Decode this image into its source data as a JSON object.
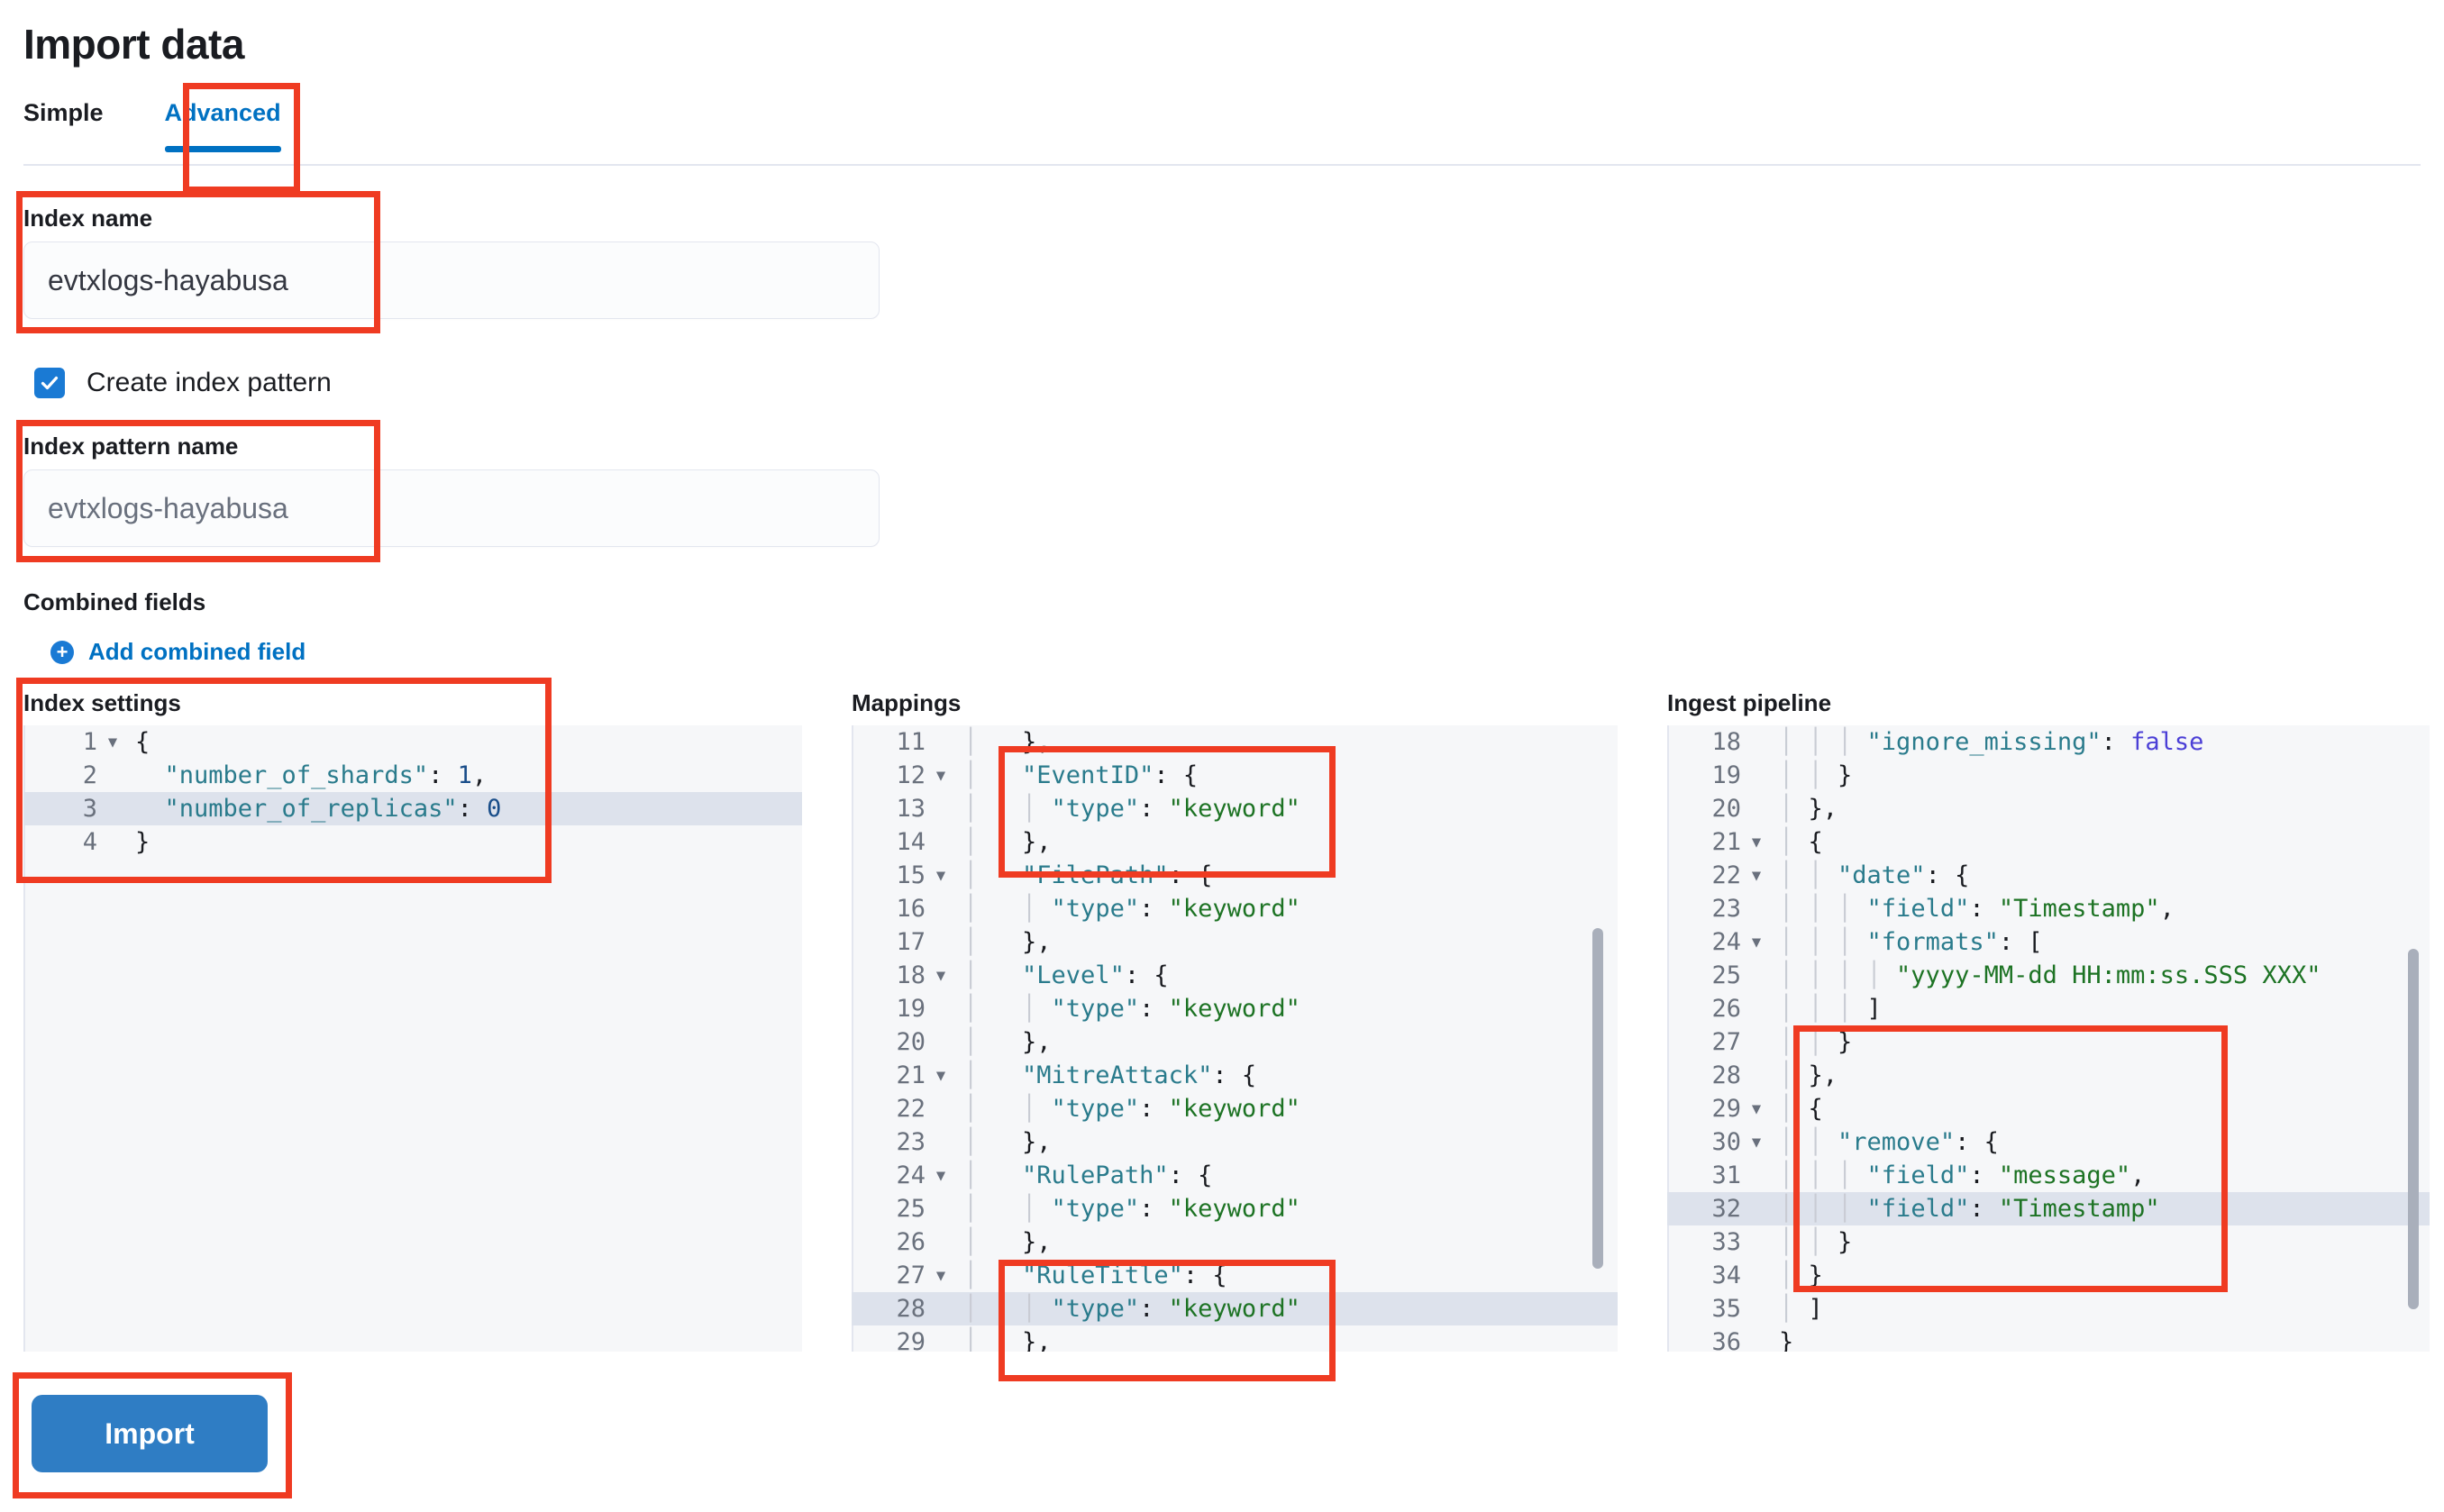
{
  "header": {
    "title": "Import data"
  },
  "tabs": [
    {
      "label": "Simple",
      "active": false
    },
    {
      "label": "Advanced",
      "active": true
    }
  ],
  "index_name": {
    "label": "Index name",
    "value": "evtxlogs-hayabusa",
    "placeholder": "evtxlogs-hayabusa"
  },
  "create_index_pattern": {
    "label": "Create index pattern",
    "checked": true
  },
  "index_pattern_name": {
    "label": "Index pattern name",
    "value": "evtxlogs-hayabusa",
    "placeholder": "evtxlogs-hayabusa"
  },
  "combined_fields": {
    "label": "Combined fields",
    "add_label": "Add combined field",
    "add_icon": "plus-circle-icon"
  },
  "index_settings": {
    "title": "Index settings",
    "lines": [
      {
        "n": "1",
        "fold": true,
        "hl": false,
        "parts": [
          {
            "t": "punc",
            "v": "{"
          }
        ]
      },
      {
        "n": "2",
        "fold": false,
        "hl": false,
        "parts": [
          {
            "t": "ind",
            "v": "  "
          },
          {
            "t": "key",
            "v": "\"number_of_shards\""
          },
          {
            "t": "punc",
            "v": ": "
          },
          {
            "t": "num",
            "v": "1"
          },
          {
            "t": "punc",
            "v": ","
          }
        ]
      },
      {
        "n": "3",
        "fold": false,
        "hl": true,
        "parts": [
          {
            "t": "ind",
            "v": "  "
          },
          {
            "t": "key",
            "v": "\"number_of_replicas\""
          },
          {
            "t": "punc",
            "v": ": "
          },
          {
            "t": "num",
            "v": "0"
          }
        ]
      },
      {
        "n": "4",
        "fold": false,
        "hl": false,
        "parts": [
          {
            "t": "punc",
            "v": "}"
          }
        ]
      }
    ]
  },
  "mappings": {
    "title": "Mappings",
    "lines": [
      {
        "n": "11",
        "fold": false,
        "hl": false,
        "parts": [
          {
            "t": "ind",
            "v": "│   "
          },
          {
            "t": "punc",
            "v": "},"
          }
        ]
      },
      {
        "n": "12",
        "fold": true,
        "hl": false,
        "parts": [
          {
            "t": "ind",
            "v": "│   "
          },
          {
            "t": "key",
            "v": "\"EventID\""
          },
          {
            "t": "punc",
            "v": ": {"
          }
        ]
      },
      {
        "n": "13",
        "fold": false,
        "hl": false,
        "parts": [
          {
            "t": "ind",
            "v": "│   │ "
          },
          {
            "t": "key",
            "v": "\"type\""
          },
          {
            "t": "punc",
            "v": ": "
          },
          {
            "t": "str",
            "v": "\"keyword\""
          }
        ]
      },
      {
        "n": "14",
        "fold": false,
        "hl": false,
        "parts": [
          {
            "t": "ind",
            "v": "│   "
          },
          {
            "t": "punc",
            "v": "},"
          }
        ]
      },
      {
        "n": "15",
        "fold": true,
        "hl": false,
        "parts": [
          {
            "t": "ind",
            "v": "│   "
          },
          {
            "t": "key",
            "v": "\"FilePath\""
          },
          {
            "t": "punc",
            "v": ": {"
          }
        ]
      },
      {
        "n": "16",
        "fold": false,
        "hl": false,
        "parts": [
          {
            "t": "ind",
            "v": "│   │ "
          },
          {
            "t": "key",
            "v": "\"type\""
          },
          {
            "t": "punc",
            "v": ": "
          },
          {
            "t": "str",
            "v": "\"keyword\""
          }
        ]
      },
      {
        "n": "17",
        "fold": false,
        "hl": false,
        "parts": [
          {
            "t": "ind",
            "v": "│   "
          },
          {
            "t": "punc",
            "v": "},"
          }
        ]
      },
      {
        "n": "18",
        "fold": true,
        "hl": false,
        "parts": [
          {
            "t": "ind",
            "v": "│   "
          },
          {
            "t": "key",
            "v": "\"Level\""
          },
          {
            "t": "punc",
            "v": ": {"
          }
        ]
      },
      {
        "n": "19",
        "fold": false,
        "hl": false,
        "parts": [
          {
            "t": "ind",
            "v": "│   │ "
          },
          {
            "t": "key",
            "v": "\"type\""
          },
          {
            "t": "punc",
            "v": ": "
          },
          {
            "t": "str",
            "v": "\"keyword\""
          }
        ]
      },
      {
        "n": "20",
        "fold": false,
        "hl": false,
        "parts": [
          {
            "t": "ind",
            "v": "│   "
          },
          {
            "t": "punc",
            "v": "},"
          }
        ]
      },
      {
        "n": "21",
        "fold": true,
        "hl": false,
        "parts": [
          {
            "t": "ind",
            "v": "│   "
          },
          {
            "t": "key",
            "v": "\"MitreAttack\""
          },
          {
            "t": "punc",
            "v": ": {"
          }
        ]
      },
      {
        "n": "22",
        "fold": false,
        "hl": false,
        "parts": [
          {
            "t": "ind",
            "v": "│   │ "
          },
          {
            "t": "key",
            "v": "\"type\""
          },
          {
            "t": "punc",
            "v": ": "
          },
          {
            "t": "str",
            "v": "\"keyword\""
          }
        ]
      },
      {
        "n": "23",
        "fold": false,
        "hl": false,
        "parts": [
          {
            "t": "ind",
            "v": "│   "
          },
          {
            "t": "punc",
            "v": "},"
          }
        ]
      },
      {
        "n": "24",
        "fold": true,
        "hl": false,
        "parts": [
          {
            "t": "ind",
            "v": "│   "
          },
          {
            "t": "key",
            "v": "\"RulePath\""
          },
          {
            "t": "punc",
            "v": ": {"
          }
        ]
      },
      {
        "n": "25",
        "fold": false,
        "hl": false,
        "parts": [
          {
            "t": "ind",
            "v": "│   │ "
          },
          {
            "t": "key",
            "v": "\"type\""
          },
          {
            "t": "punc",
            "v": ": "
          },
          {
            "t": "str",
            "v": "\"keyword\""
          }
        ]
      },
      {
        "n": "26",
        "fold": false,
        "hl": false,
        "parts": [
          {
            "t": "ind",
            "v": "│   "
          },
          {
            "t": "punc",
            "v": "},"
          }
        ]
      },
      {
        "n": "27",
        "fold": true,
        "hl": false,
        "parts": [
          {
            "t": "ind",
            "v": "│   "
          },
          {
            "t": "key",
            "v": "\"RuleTitle\""
          },
          {
            "t": "punc",
            "v": ": {"
          }
        ]
      },
      {
        "n": "28",
        "fold": false,
        "hl": true,
        "parts": [
          {
            "t": "ind",
            "v": "│   │ "
          },
          {
            "t": "key",
            "v": "\"type\""
          },
          {
            "t": "punc",
            "v": ": "
          },
          {
            "t": "str",
            "v": "\"keyword\""
          }
        ]
      },
      {
        "n": "29",
        "fold": false,
        "hl": false,
        "parts": [
          {
            "t": "ind",
            "v": "│   "
          },
          {
            "t": "punc",
            "v": "},"
          }
        ]
      }
    ]
  },
  "ingest_pipeline": {
    "title": "Ingest pipeline",
    "lines": [
      {
        "n": "18",
        "fold": false,
        "hl": false,
        "parts": [
          {
            "t": "ind",
            "v": "│ │ │ "
          },
          {
            "t": "key",
            "v": "\"ignore_missing\""
          },
          {
            "t": "punc",
            "v": ": "
          },
          {
            "t": "bool",
            "v": "false"
          }
        ]
      },
      {
        "n": "19",
        "fold": false,
        "hl": false,
        "parts": [
          {
            "t": "ind",
            "v": "│ │ "
          },
          {
            "t": "punc",
            "v": "}"
          }
        ]
      },
      {
        "n": "20",
        "fold": false,
        "hl": false,
        "parts": [
          {
            "t": "ind",
            "v": "│ "
          },
          {
            "t": "punc",
            "v": "},"
          }
        ]
      },
      {
        "n": "21",
        "fold": true,
        "hl": false,
        "parts": [
          {
            "t": "ind",
            "v": "│ "
          },
          {
            "t": "punc",
            "v": "{"
          }
        ]
      },
      {
        "n": "22",
        "fold": true,
        "hl": false,
        "parts": [
          {
            "t": "ind",
            "v": "│ │ "
          },
          {
            "t": "key",
            "v": "\"date\""
          },
          {
            "t": "punc",
            "v": ": {"
          }
        ]
      },
      {
        "n": "23",
        "fold": false,
        "hl": false,
        "parts": [
          {
            "t": "ind",
            "v": "│ │ │ "
          },
          {
            "t": "key",
            "v": "\"field\""
          },
          {
            "t": "punc",
            "v": ": "
          },
          {
            "t": "str",
            "v": "\"Timestamp\""
          },
          {
            "t": "punc",
            "v": ","
          }
        ]
      },
      {
        "n": "24",
        "fold": true,
        "hl": false,
        "parts": [
          {
            "t": "ind",
            "v": "│ │ │ "
          },
          {
            "t": "key",
            "v": "\"formats\""
          },
          {
            "t": "punc",
            "v": ": ["
          }
        ]
      },
      {
        "n": "25",
        "fold": false,
        "hl": false,
        "parts": [
          {
            "t": "ind",
            "v": "│ │ │ │ "
          },
          {
            "t": "str",
            "v": "\"yyyy-MM-dd HH:mm:ss.SSS XXX\""
          }
        ]
      },
      {
        "n": "26",
        "fold": false,
        "hl": false,
        "parts": [
          {
            "t": "ind",
            "v": "│ │ │ "
          },
          {
            "t": "punc",
            "v": "]"
          }
        ]
      },
      {
        "n": "27",
        "fold": false,
        "hl": false,
        "parts": [
          {
            "t": "ind",
            "v": "│ │ "
          },
          {
            "t": "punc",
            "v": "}"
          }
        ]
      },
      {
        "n": "28",
        "fold": false,
        "hl": false,
        "parts": [
          {
            "t": "ind",
            "v": "│ "
          },
          {
            "t": "punc",
            "v": "},"
          }
        ]
      },
      {
        "n": "29",
        "fold": true,
        "hl": false,
        "parts": [
          {
            "t": "ind",
            "v": "│ "
          },
          {
            "t": "punc",
            "v": "{"
          }
        ]
      },
      {
        "n": "30",
        "fold": true,
        "hl": false,
        "parts": [
          {
            "t": "ind",
            "v": "│ │ "
          },
          {
            "t": "key",
            "v": "\"remove\""
          },
          {
            "t": "punc",
            "v": ": {"
          }
        ]
      },
      {
        "n": "31",
        "fold": false,
        "hl": false,
        "parts": [
          {
            "t": "ind",
            "v": "│ │ │ "
          },
          {
            "t": "key",
            "v": "\"field\""
          },
          {
            "t": "punc",
            "v": ": "
          },
          {
            "t": "str",
            "v": "\"message\""
          },
          {
            "t": "punc",
            "v": ","
          }
        ]
      },
      {
        "n": "32",
        "fold": false,
        "hl": true,
        "parts": [
          {
            "t": "ind",
            "v": "│ │ │ "
          },
          {
            "t": "key",
            "v": "\"field\""
          },
          {
            "t": "punc",
            "v": ": "
          },
          {
            "t": "str",
            "v": "\"Timestamp\""
          }
        ]
      },
      {
        "n": "33",
        "fold": false,
        "hl": false,
        "parts": [
          {
            "t": "ind",
            "v": "│ │ "
          },
          {
            "t": "punc",
            "v": "}"
          }
        ]
      },
      {
        "n": "34",
        "fold": false,
        "hl": false,
        "parts": [
          {
            "t": "ind",
            "v": "│ "
          },
          {
            "t": "punc",
            "v": "}"
          }
        ]
      },
      {
        "n": "35",
        "fold": false,
        "hl": false,
        "parts": [
          {
            "t": "ind",
            "v": "│ "
          },
          {
            "t": "punc",
            "v": "]"
          }
        ]
      },
      {
        "n": "36",
        "fold": false,
        "hl": false,
        "parts": [
          {
            "t": "punc",
            "v": "}"
          }
        ]
      }
    ]
  },
  "import_button": {
    "label": "Import"
  },
  "colors": {
    "accent": "#0071c2",
    "primary_button": "#2f7dc4",
    "annotation": "#ef3b22",
    "checkbox": "#1a7ad4",
    "editor_bg": "#f6f7f9",
    "highlight_row": "#dde2ec",
    "key_token": "#2a7b8c",
    "string_token": "#1d7324",
    "number_token": "#1a4e8a",
    "boolean_token": "#4b3fd6"
  },
  "annotations": [
    {
      "name": "annotation-advanced-tab"
    },
    {
      "name": "annotation-index-name"
    },
    {
      "name": "annotation-index-pattern-name"
    },
    {
      "name": "annotation-index-settings"
    },
    {
      "name": "annotation-mappings-eventid"
    },
    {
      "name": "annotation-mappings-ruletitle"
    },
    {
      "name": "annotation-pipeline-remove"
    },
    {
      "name": "annotation-import-button"
    }
  ]
}
